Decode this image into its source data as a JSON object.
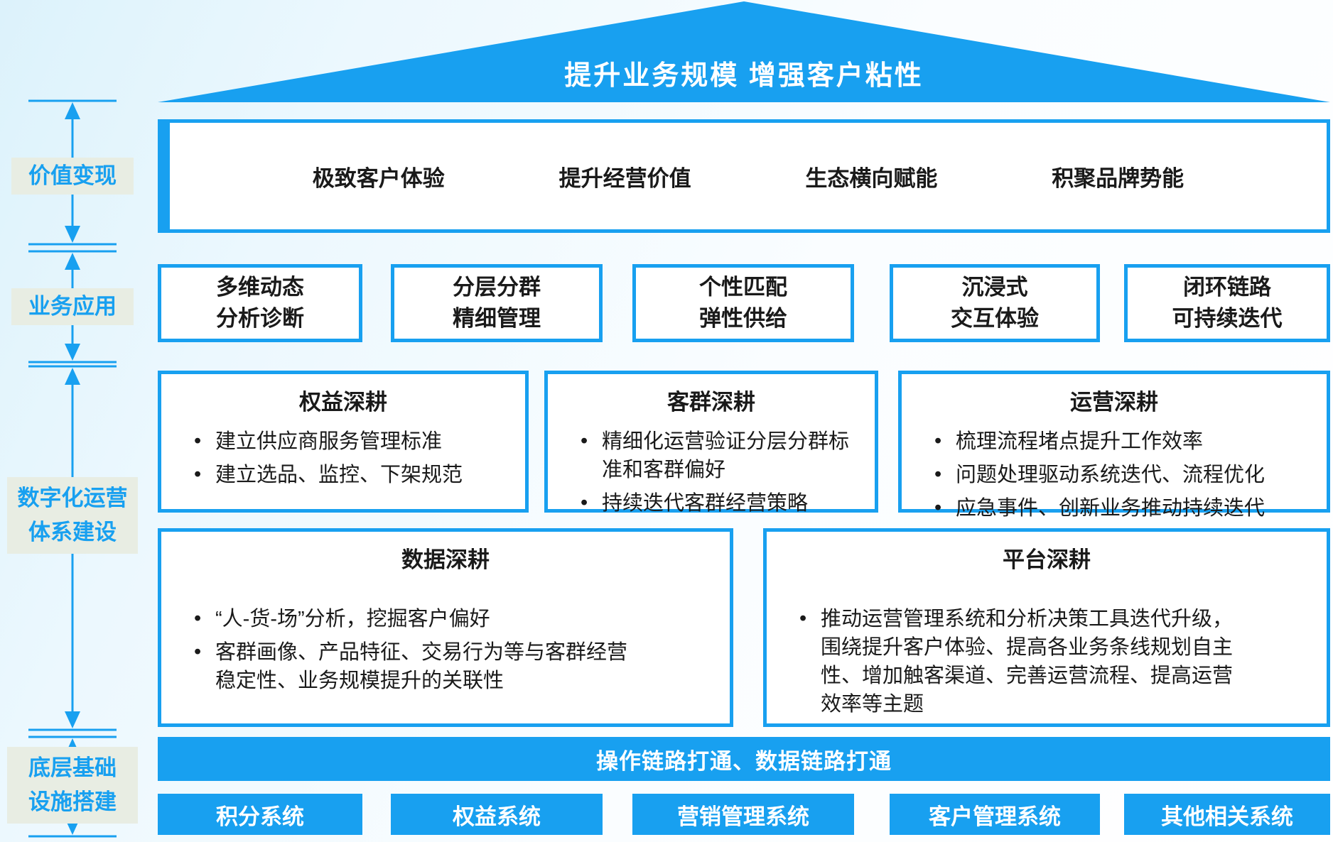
{
  "colors": {
    "accent_blue": "#18A0F0",
    "label_bg": "#E8EDE3",
    "roof_text": "#FFFFFF",
    "body_text": "#1A1A1A"
  },
  "roof": {
    "title": "提升业务规模 增强客户粘性"
  },
  "left_rail": {
    "labels": [
      {
        "lines": [
          "价值变现"
        ]
      },
      {
        "lines": [
          "业务应用"
        ]
      },
      {
        "lines": [
          "数字化运营",
          "体系建设"
        ]
      },
      {
        "lines": [
          "底层基础",
          "设施搭建"
        ]
      }
    ]
  },
  "value_row": {
    "items": [
      "极致客户体验",
      "提升经营价值",
      "生态横向赋能",
      "积聚品牌势能"
    ]
  },
  "application_row": {
    "boxes": [
      {
        "lines": [
          "多维动态",
          "分析诊断"
        ]
      },
      {
        "lines": [
          "分层分群",
          "精细管理"
        ]
      },
      {
        "lines": [
          "个性匹配",
          "弹性供给"
        ]
      },
      {
        "lines": [
          "沉浸式",
          "交互体验"
        ]
      },
      {
        "lines": [
          "闭环链路",
          "可持续迭代"
        ]
      }
    ]
  },
  "cultivation_row_top": [
    {
      "title": "权益深耕",
      "bullets": [
        "建立供应商服务管理标准",
        "建立选品、监控、下架规范"
      ]
    },
    {
      "title": "客群深耕",
      "bullets": [
        "精细化运营验证分层分群标准和客群偏好",
        "持续迭代客群经营策略"
      ]
    },
    {
      "title": "运营深耕",
      "bullets": [
        "梳理流程堵点提升工作效率",
        "问题处理驱动系统迭代、流程优化",
        "应急事件、创新业务推动持续迭代"
      ]
    }
  ],
  "cultivation_row_bottom": [
    {
      "title": "数据深耕",
      "bullets": [
        "“人-货-场”分析，挖掘客户偏好",
        "客群画像、产品特征、交易行为等与客群经营稳定性、业务规模提升的关联性"
      ]
    },
    {
      "title": "平台深耕",
      "bullets": [
        "推动运营管理系统和分析决策工具迭代升级，围绕提升客户体验、提高各业务条线规划自主性、增加触客渠道、完善运营流程、提高运营效率等主题"
      ]
    }
  ],
  "foundation": {
    "bar": "操作链路打通、数据链路打通",
    "systems": [
      "积分系统",
      "权益系统",
      "营销管理系统",
      "客户管理系统",
      "其他相关系统"
    ]
  }
}
